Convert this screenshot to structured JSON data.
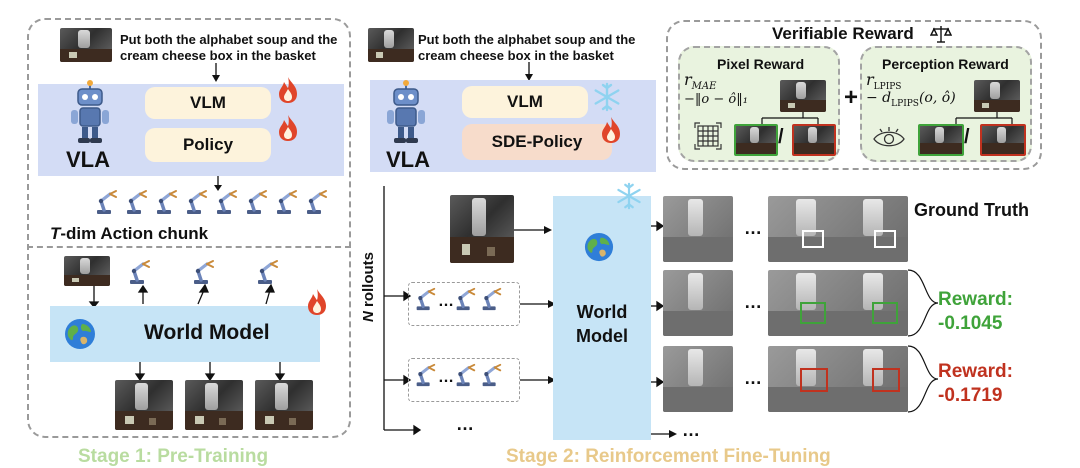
{
  "instruction": {
    "line1": "Put both the alphabet soup and the",
    "line2": "cream cheese box in the basket"
  },
  "stage1": {
    "vla_label": "VLA",
    "vlm_label": "VLM",
    "policy_label": "Policy",
    "action_chunk_prefix": "T",
    "action_chunk_label": "-dim Action chunk",
    "world_model_label": "World Model",
    "stage_label": "Stage 1: Pre-Training"
  },
  "stage2": {
    "vla_label": "VLA",
    "vlm_label": "VLM",
    "policy_label": "SDE-Policy",
    "rollouts_prefix": "N",
    "rollouts_label": " rollouts",
    "world_model_line1": "World",
    "world_model_line2": "Model",
    "ground_truth_label": "Ground Truth",
    "ellipsis": "…",
    "reward1_label": "Reward:",
    "reward1_value": "-0.1045",
    "reward2_label": "Reward:",
    "reward2_value": "-0.1719",
    "stage_label": "Stage 2: Reinforcement Fine-Tuning"
  },
  "verifiable_reward": {
    "title": "Verifiable Reward",
    "pixel": {
      "title": "Pixel Reward",
      "symbol": "r",
      "symbol_sub": "MAE",
      "formula": "−‖o − ô‖₁"
    },
    "perception": {
      "title": "Perception Reward",
      "symbol": "r",
      "symbol_sub": "LPIPS",
      "formula_prefix": "− d",
      "formula_sub": "LPIPS",
      "formula_suffix": "(o, ô)"
    },
    "plus": "+",
    "slash": "/"
  },
  "colors": {
    "fire": "#e0452a",
    "snow": "#8fd3f0",
    "reward_green": "#3fa33a",
    "reward_red": "#c0321f",
    "stage_text": "#e8c98a"
  }
}
